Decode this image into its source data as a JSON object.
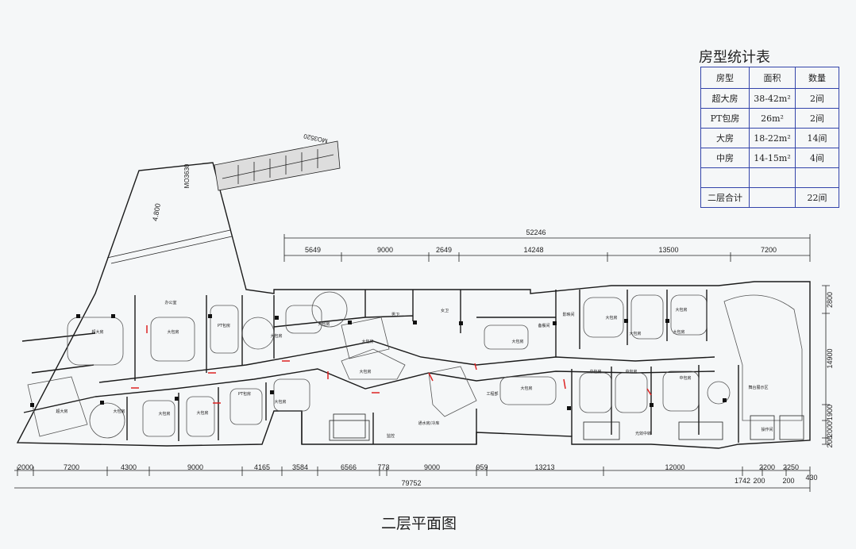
{
  "stats_table": {
    "title": "房型统计表",
    "headers": [
      "房型",
      "面积",
      "数量"
    ],
    "rows": [
      [
        "超大房",
        "38-42m²",
        "2间"
      ],
      [
        "PT包房",
        "26m²",
        "2间"
      ],
      [
        "大房",
        "18-22m²",
        "14间"
      ],
      [
        "中房",
        "14-15m²",
        "4间"
      ],
      [
        "",
        "",
        ""
      ],
      [
        "二层合计",
        "",
        "22间"
      ]
    ]
  },
  "plan_title": "二层平面图",
  "dimensions": {
    "top_total": "52246",
    "top_segments": [
      "5649",
      "9000",
      "2649",
      "14248",
      "13500",
      "7200"
    ],
    "bottom_segments": [
      "2000",
      "7200",
      "4300",
      "9000",
      "4165",
      "3584",
      "6566",
      "773",
      "9000",
      "959",
      "13213",
      "12000",
      "2200",
      "2250"
    ],
    "bottom_total": "79752",
    "bottom_small": [
      "1742",
      "200",
      "200",
      "430"
    ],
    "right_segments": [
      "2800",
      "14900",
      "1900",
      "2000",
      "200"
    ],
    "slope": "4.800",
    "stair_codes": [
      "MO3520",
      "MO3630"
    ]
  },
  "room_labels": [
    "办公室",
    "超大房",
    "PT包房",
    "大包房",
    "大包房",
    "大包房",
    "男卫",
    "女卫",
    "大包房",
    "大包房",
    "备餐间",
    "影映间",
    "大包房",
    "大包房",
    "大包房",
    "大包房",
    "大包房",
    "PT包房",
    "超大房",
    "大包房",
    "大包房",
    "大包房",
    "大包房",
    "工程部",
    "大包房",
    "中包房",
    "中包房",
    "中包房",
    "监控",
    "通水房/冷库",
    "光效中转",
    "操作间",
    "舞台展示区"
  ]
}
